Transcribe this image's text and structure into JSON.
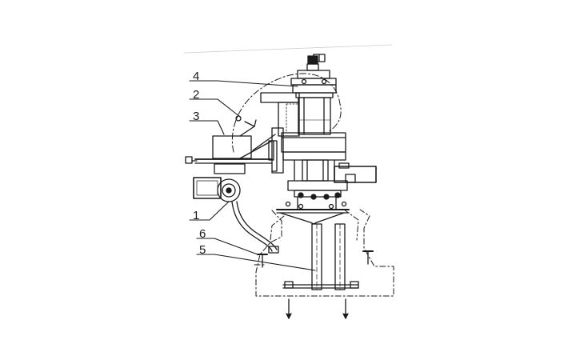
{
  "callouts": [
    {
      "id": "4",
      "label": "4"
    },
    {
      "id": "2",
      "label": "2"
    },
    {
      "id": "3",
      "label": "3"
    },
    {
      "id": "1",
      "label": "1"
    },
    {
      "id": "6",
      "label": "6"
    },
    {
      "id": "5",
      "label": "5"
    }
  ],
  "colors": {
    "line": "#1a1a1a",
    "background": "#ffffff"
  }
}
